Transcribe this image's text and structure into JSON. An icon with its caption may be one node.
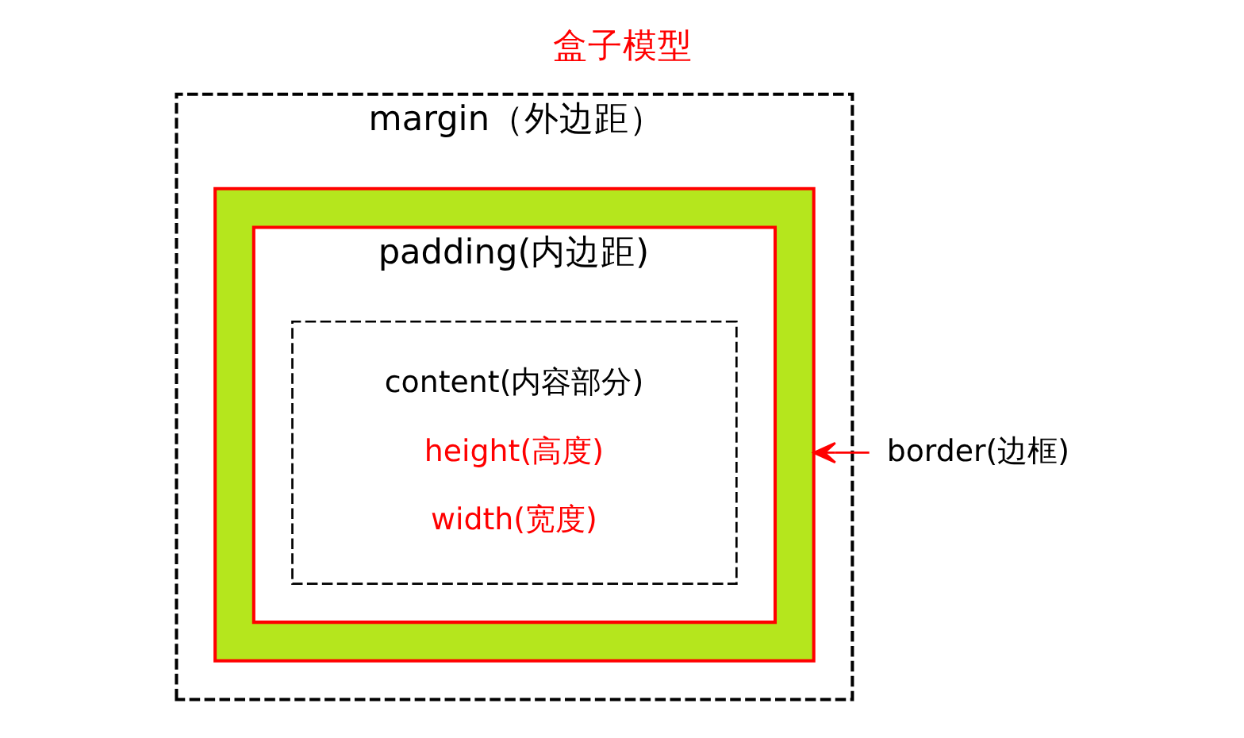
{
  "diagram": {
    "title": "盒子模型",
    "nodes": [
      {
        "text": [
          "margin（外边距）"
        ]
      },
      {
        "text": [
          "border(边框)"
        ]
      },
      {
        "text": [],
        "shape": "box",
        "in": 0
      },
      {
        "text": [
          "padding(内边距)"
        ],
        "in": 2
      },
      {
        "text": [
          "content(内容部分)",
          "height(高度)",
          "width(宽度)"
        ],
        "in": 3
      }
    ],
    "edges": [
      {
        "from": 1,
        "to": 2,
        "arrow": "to",
        "color": "#ff0000"
      }
    ]
  }
}
